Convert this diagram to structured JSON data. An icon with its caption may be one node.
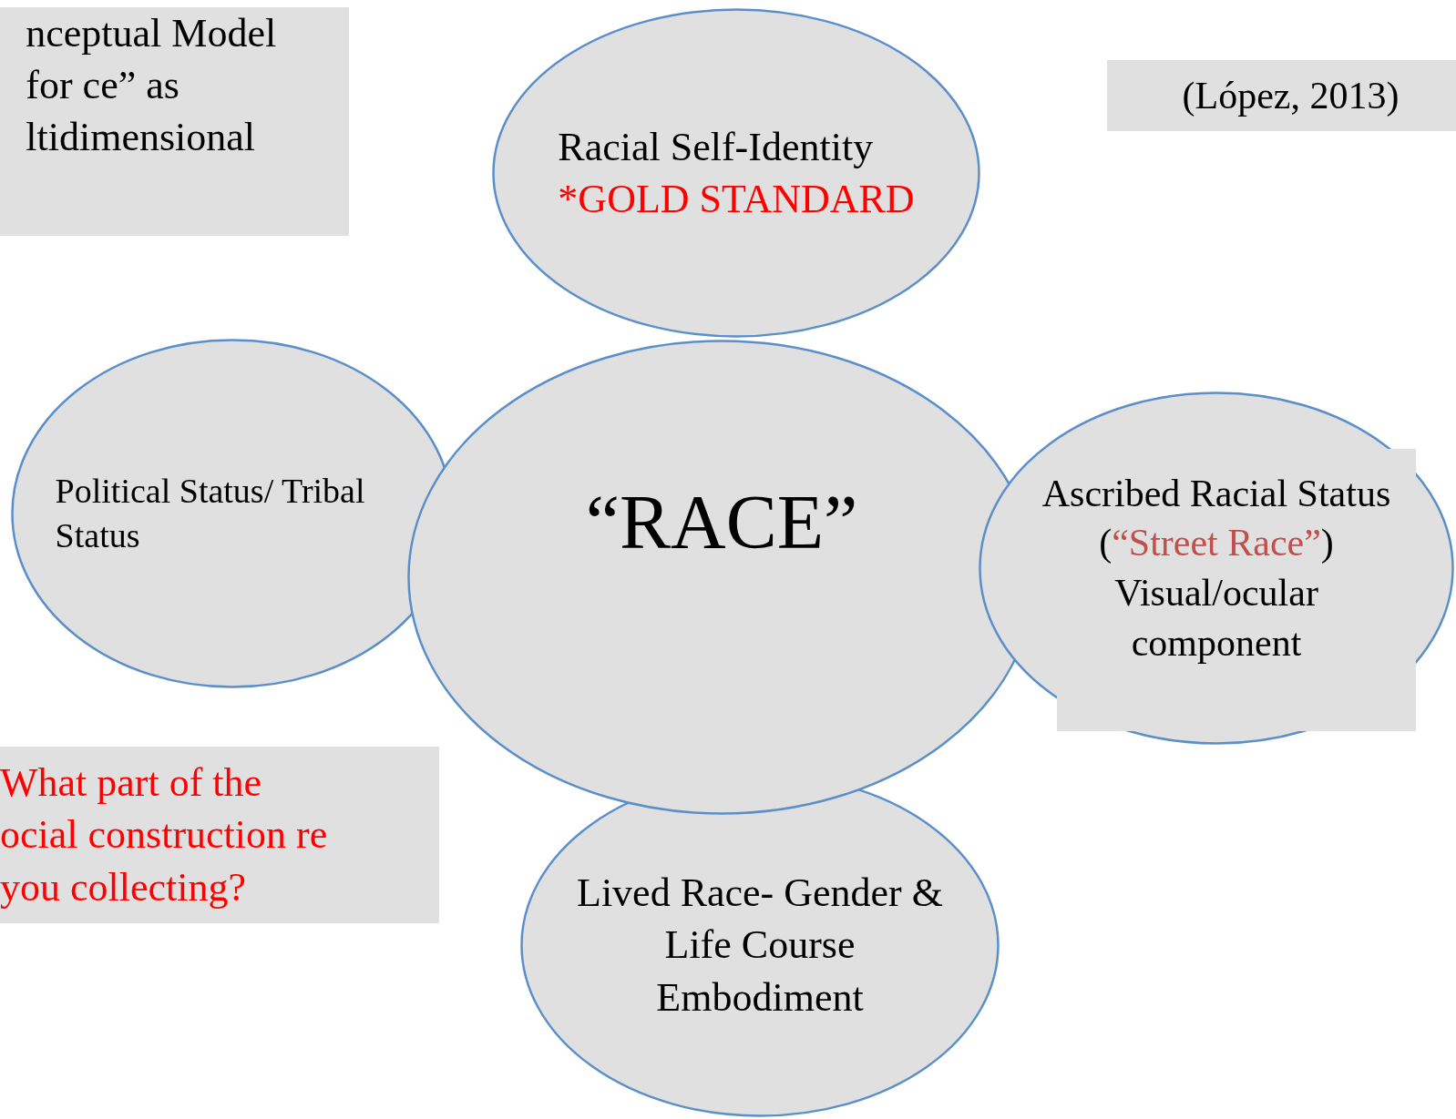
{
  "diagram": {
    "nodes": [
      {
        "text": [
          "nceptual Model for ce” as ltidimensional"
        ]
      },
      {
        "text": [
          "(López, 2013)"
        ]
      },
      {
        "text": [
          "Racial Self-Identity",
          "*GOLD STANDARD"
        ]
      },
      {
        "text": [
          "Political Status/ Tribal Status"
        ]
      },
      {
        "text": [
          "Ascribed Racial Status",
          "(“Street Race”)",
          "Visual/ocular component"
        ]
      },
      {
        "text": [
          "What part of the ocial construction re you collecting?"
        ]
      },
      {
        "text": [
          "Lived Race- Gender & Life Course Embodiment"
        ]
      },
      {
        "text": [
          "“RACE”"
        ]
      }
    ],
    "edges": []
  }
}
